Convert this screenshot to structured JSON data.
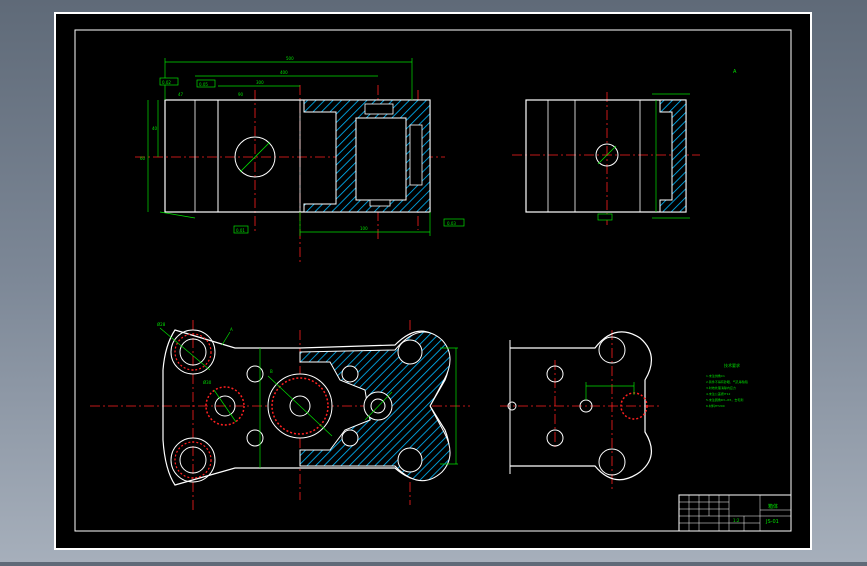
{
  "drawing": {
    "colors": {
      "background": "#000000",
      "frame": "#ffffff",
      "centerline": "#ff2020",
      "dimension": "#00e000",
      "hatch": "#00b8ff",
      "outline": "#ffffff"
    },
    "top_dims": {
      "overall": "500",
      "upper": "400",
      "mid": "300",
      "small_a": "90",
      "small_b": "47",
      "side_a": "60",
      "side_b": "40"
    },
    "callouts": {
      "ref_a": "Ø28",
      "ref_b": "Ø30",
      "ref_c": "A",
      "ref_d": "B",
      "bottom_dim": "100",
      "right_note": "A",
      "box_a": "0.02",
      "box_b": "0.05",
      "box_c": "0.01",
      "box_d": "0.03"
    },
    "notes": {
      "title": "技术要求",
      "lines": [
        "1.未注倒角C1",
        "2.铸件不得有砂眼、气孔等缺陷",
        "3.时效处理消除内应力",
        "4.未注公差按IT12",
        "5.未注圆角R3~R5，去毛刺",
        "6.材料HT200"
      ]
    },
    "title_block": {
      "drawing_name": "箱体",
      "drawing_no": "JS-01",
      "scale": "1:2"
    }
  }
}
